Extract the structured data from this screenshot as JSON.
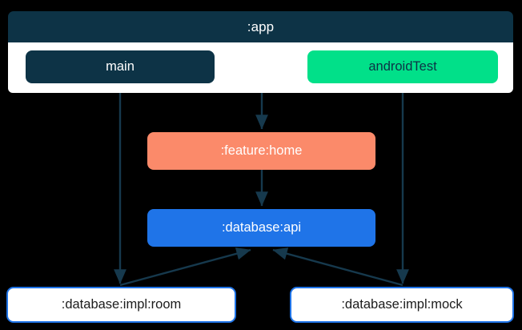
{
  "diagram": {
    "type": "module-dependency-graph",
    "background_color": "#000000",
    "clusters": [
      {
        "id": "app",
        "label": ":app",
        "fill": "#0d3346",
        "body_fill": "#ffffff",
        "text_color": "#ffffff"
      }
    ],
    "nodes": [
      {
        "id": "main",
        "label": "main",
        "fill": "#0d3346",
        "text_color": "#ffffff",
        "shape": "rounded-rect",
        "parent": "app"
      },
      {
        "id": "androidTest",
        "label": "androidTest",
        "fill": "#01e089",
        "text_color": "#0d3346",
        "shape": "rounded-rect",
        "parent": "app"
      },
      {
        "id": "feature-home",
        "label": ":feature:home",
        "fill": "#fb8a6a",
        "text_color": "#ffffff",
        "shape": "rounded-rect",
        "parent": null
      },
      {
        "id": "database-api",
        "label": ":database:api",
        "fill": "#1f74e8",
        "text_color": "#ffffff",
        "shape": "rounded-rect",
        "parent": null
      },
      {
        "id": "database-impl-room",
        "label": ":database:impl:room",
        "fill": "#ffffff",
        "border_color": "#1f74e8",
        "text_color": "#1c1c1c",
        "shape": "rounded-rect",
        "parent": null
      },
      {
        "id": "database-impl-mock",
        "label": ":database:impl:mock",
        "fill": "#ffffff",
        "border_color": "#1f74e8",
        "text_color": "#1c1c1c",
        "shape": "rounded-rect",
        "parent": null
      }
    ],
    "edges": [
      {
        "from": "main",
        "to": "database-impl-room",
        "style": "solid",
        "arrow": "to"
      },
      {
        "from": "app",
        "to": "feature-home",
        "style": "solid",
        "arrow": "to"
      },
      {
        "from": "androidTest",
        "to": "database-impl-mock",
        "style": "solid",
        "arrow": "to"
      },
      {
        "from": "feature-home",
        "to": "database-api",
        "style": "solid",
        "arrow": "to"
      },
      {
        "from": "database-impl-room",
        "to": "database-api",
        "style": "solid",
        "arrow": "to"
      },
      {
        "from": "database-impl-mock",
        "to": "database-api",
        "style": "solid",
        "arrow": "to"
      }
    ],
    "edge_color": "#16394d"
  }
}
